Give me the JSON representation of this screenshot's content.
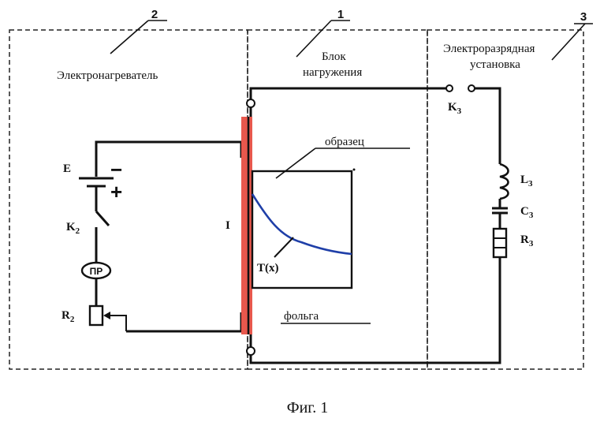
{
  "figure": {
    "caption": "Фиг. 1",
    "colors": {
      "line": "#111111",
      "heater_strip": "#e8584d",
      "temperature_curve": "#1f3fa8"
    }
  },
  "blocks": [
    {
      "number": "1",
      "label_lines": [
        "Блок",
        "нагружения"
      ]
    },
    {
      "number": "2",
      "label_lines": [
        "Электронагреватель"
      ]
    },
    {
      "number": "3",
      "label_lines": [
        "Электроразрядная",
        "установка"
      ]
    }
  ],
  "components": {
    "source": "E",
    "minus": "−",
    "plus": "+",
    "switch_k2": {
      "main": "K",
      "sub": "2"
    },
    "fuse": "ПР",
    "resistor_r2": {
      "main": "R",
      "sub": "2"
    },
    "current": "I",
    "switch_k3": {
      "main": "K",
      "sub": "3"
    },
    "inductor_l3": {
      "main": "L",
      "sub": "3"
    },
    "capacitor_c3": {
      "main": "C",
      "sub": "3"
    },
    "resistor_r3": {
      "main": "R",
      "sub": "3"
    }
  },
  "annotations": {
    "sample": "образец",
    "foil": "фольга",
    "temperature": "T(x)"
  }
}
